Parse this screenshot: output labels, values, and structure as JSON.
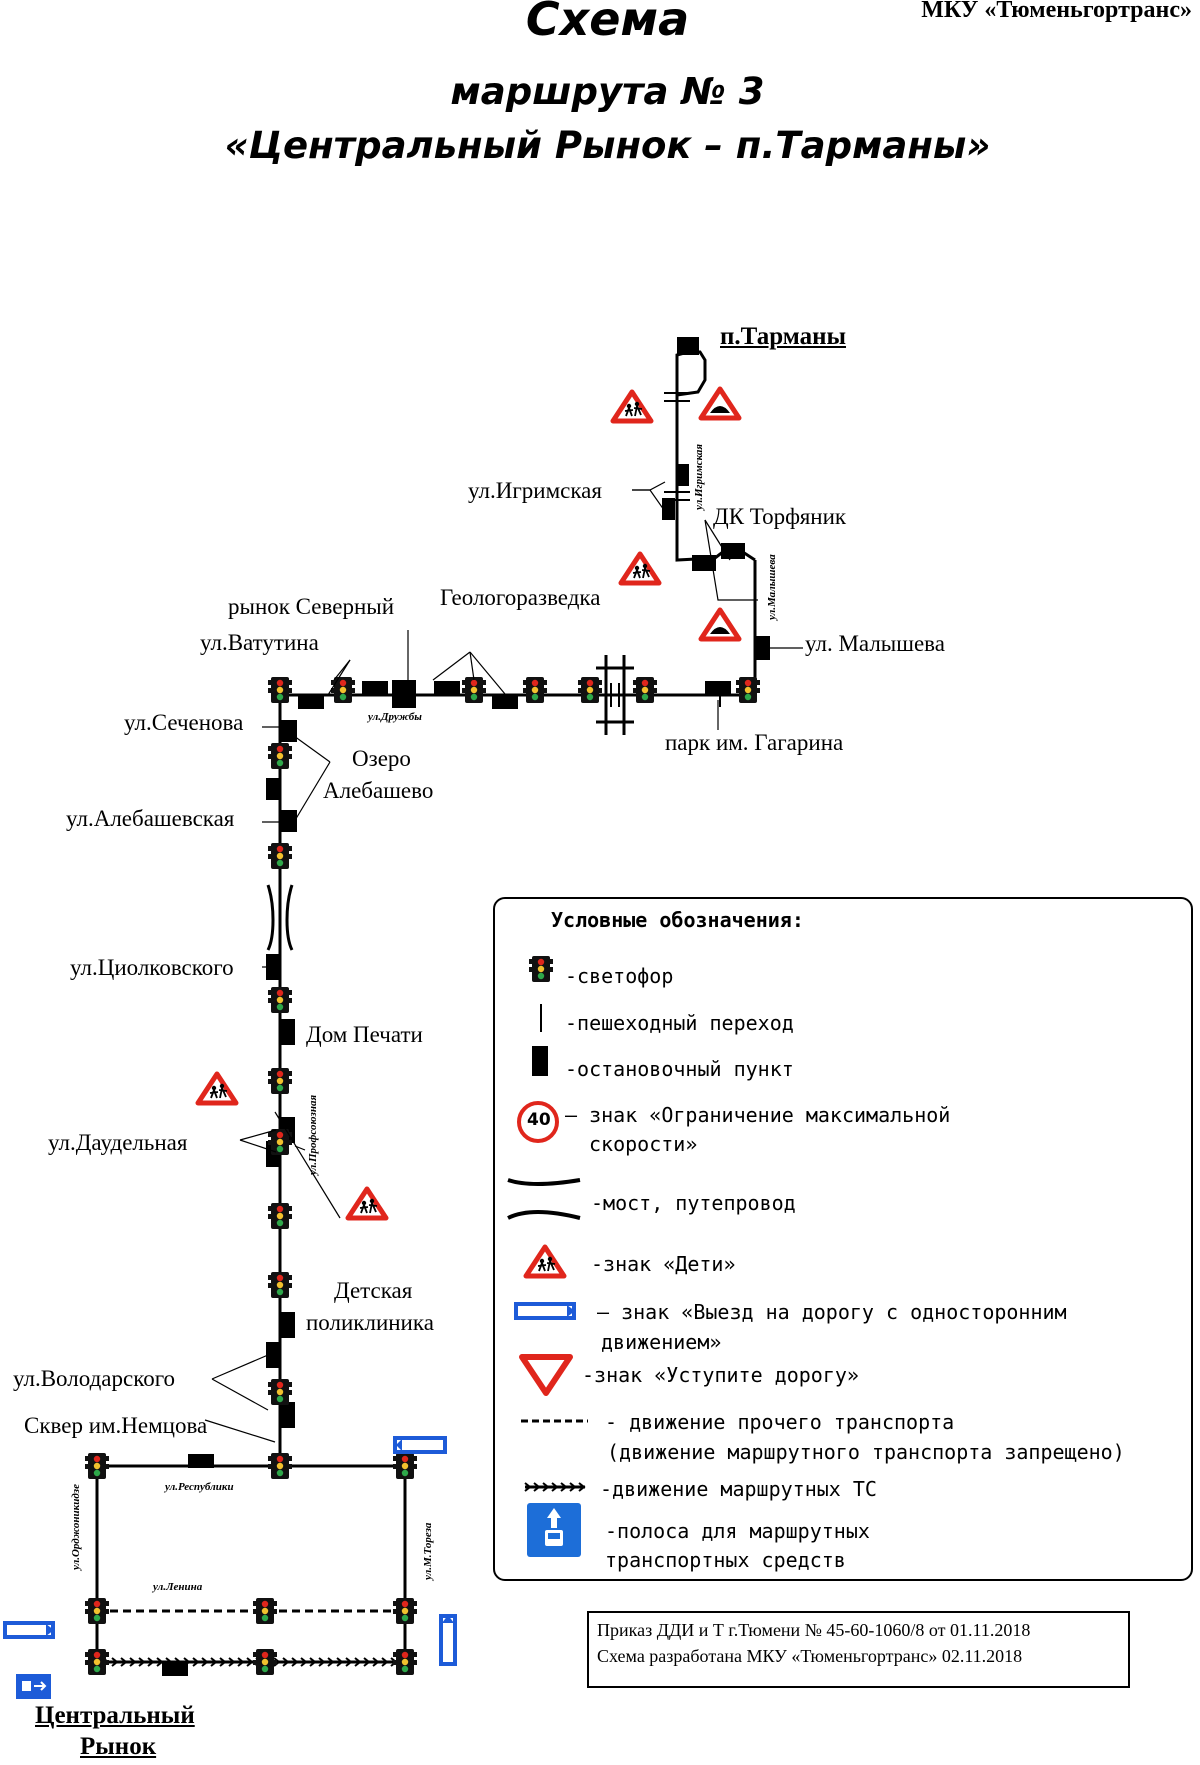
{
  "header": {
    "title": "Схема",
    "organization": "МКУ «Тюменьгортранс»",
    "route_line": "маршрута № 3",
    "route_name": "«Центральный Рынок – п.Тарманы»"
  },
  "terminals": {
    "north": "п.Тарманы",
    "south_line1": "Центральный",
    "south_line2": "Рынок"
  },
  "stops": {
    "igrimskaya": "ул.Игримская",
    "dk_torfyanik": "ДК Торфяник",
    "malysheva": "ул. Малышева",
    "park_gagarina": "парк им. Гагарина",
    "geologorazvedka": "Геологоразведка",
    "rynok_severny": "рынок Северный",
    "vatutina": "ул.Ватутина",
    "sechenova": "ул.Сеченова",
    "ozero_line1": "Озеро",
    "ozero_line2": "Алебашево",
    "alebashevskaya": "ул.Алебашевская",
    "tsiolkovskogo": "ул.Циолковского",
    "dom_pechati": "Дом Печати",
    "daudelnaya": "ул.Даудельная",
    "detskaya_line1": "Детская",
    "detskaya_line2": "поликлиника",
    "volodarskogo": "ул.Володарского",
    "skver_nemtsova": "Сквер им.Немцова"
  },
  "streets": {
    "igrimskaya": "ул.Игримская",
    "malysheva": "ул.Малышева",
    "druzhby": "ул.Дружбы",
    "profsoyuznaya": "ул.Профсоюзная",
    "respubliki": "ул.Республики",
    "ordzhonikidze": "ул.Орджоникидзе",
    "lenina": "ул.Ленина",
    "m_toreza": "ул.М.Тореза"
  },
  "legend": {
    "title": "Условные обозначения:",
    "traffic_light": "-светофор",
    "crossing": "-пешеходный переход",
    "stop": "-остановочный пункт",
    "speed_value": "40",
    "speed_line1": "– знак «Ограничение максимальной",
    "speed_line2": "скорости»",
    "bridge": "-мост, путепровод",
    "children": "-знак «Дети»",
    "oneway_line1": "– знак «Выезд на дорогу с односторонним",
    "oneway_line2": "движением»",
    "yield": "-знак «Уступите дорогу»",
    "other_line1": "- движение прочего транспорта",
    "other_line2": "(движение маршрутного транспорта запрещено)",
    "route_ts": "-движение маршрутных ТС",
    "bus_lane_line1": "-полоса для маршрутных",
    "bus_lane_line2": "транспортных средств"
  },
  "order": {
    "line1": "Приказ ДДИ и Т г.Тюмени № 45-60-1060/8 от 01.11.2018",
    "line2": "Схема разработана МКУ «Тюменьгортранс» 02.11.2018"
  }
}
